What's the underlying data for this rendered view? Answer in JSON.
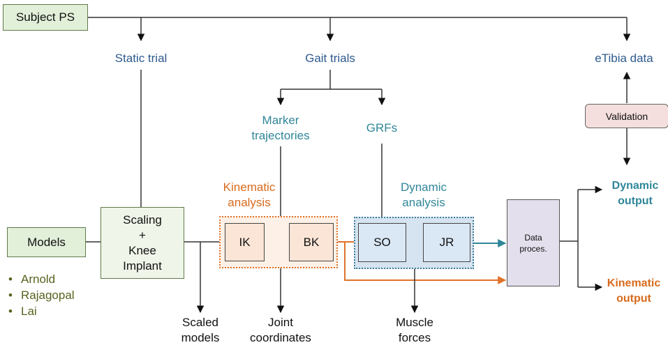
{
  "nodes": {
    "subject_ps": "Subject PS",
    "static_trial": "Static trial",
    "gait_trials": "Gait trials",
    "etibia_data": "eTibia data",
    "validation": "Validation",
    "marker_trajectories": [
      "Marker",
      "trajectories"
    ],
    "grfs": "GRFs",
    "kinematic_analysis": [
      "Kinematic",
      "analysis"
    ],
    "dynamic_analysis": [
      "Dynamic",
      "analysis"
    ],
    "models": "Models",
    "scaling": [
      "Scaling",
      "+",
      "Knee",
      "Implant"
    ],
    "ik": "IK",
    "bk": "BK",
    "so": "SO",
    "jr": "JR",
    "data_proces": [
      "Data",
      "proces."
    ],
    "dynamic_output": [
      "Dynamic",
      "output"
    ],
    "kinematic_output": [
      "Kinematic",
      "output"
    ],
    "scaled_models": [
      "Scaled",
      "models"
    ],
    "joint_coordinates": [
      "Joint",
      "coordinates"
    ],
    "muscle_forces": [
      "Muscle",
      "forces"
    ]
  },
  "model_list": [
    "Arnold",
    "Rajagopal",
    "Lai"
  ],
  "colors": {
    "blue_text": "#2e5a8e",
    "teal": "#2f8699",
    "orange": "#d86a1c",
    "green_box": "#e2efd9",
    "validation_box": "#f4dede",
    "data_box": "#e4dfec"
  }
}
